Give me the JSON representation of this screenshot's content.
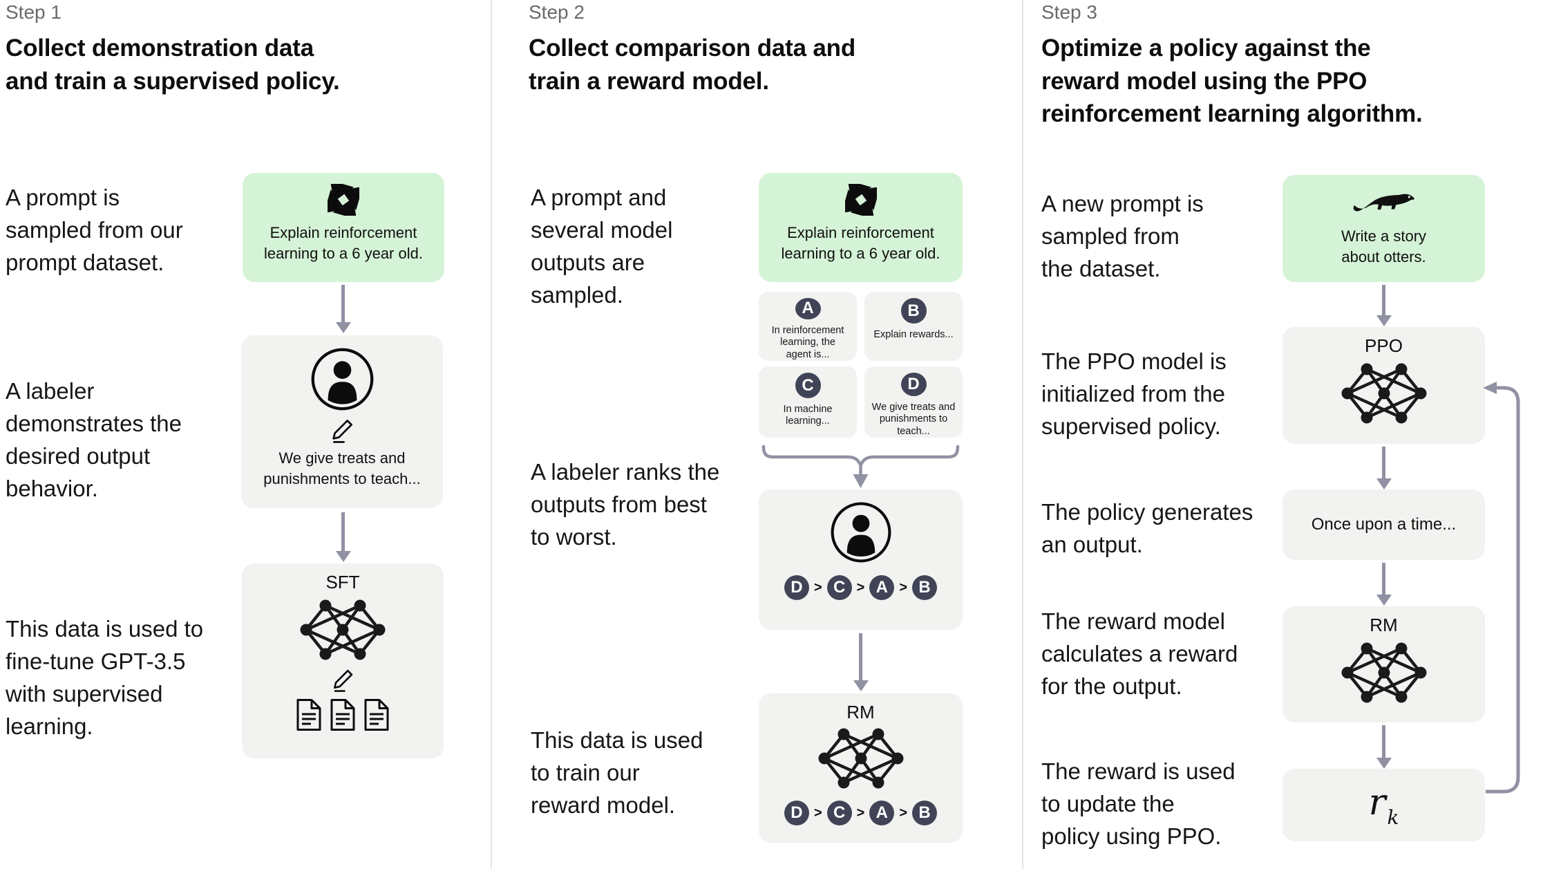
{
  "strings": {
    "gt": ">"
  },
  "colors": {
    "prompt_card_green": "#d5f3d6",
    "card_gray": "#f2f2f0",
    "badge_dark": "#404456",
    "arrow_gray": "#9091a2",
    "heading_black": "#0d0d0d",
    "step_label_gray": "#6a6a6a"
  },
  "steps": [
    {
      "label": "Step 1",
      "heading": "Collect demonstration data\nand train a supervised policy.",
      "texts": [
        "A prompt is\nsampled from our\nprompt dataset.",
        "A labeler\ndemonstrates the\ndesired output\nbehavior.",
        "This data is used to\nfine-tune GPT-3.5\nwith supervised\nlearning."
      ],
      "prompt_box": {
        "icon": "cycle-icon",
        "text": "Explain reinforcement\nlearning to a 6 year old."
      },
      "labeler_box": {
        "icon": "labeler-icon",
        "text": "We give treats and\npunishments to teach..."
      },
      "model_box": {
        "label": "SFT",
        "icons": [
          "network-icon",
          "pencil-icon",
          "document-icon"
        ]
      }
    },
    {
      "label": "Step 2",
      "heading": "Collect comparison data and\ntrain a reward model.",
      "texts": [
        "A prompt and\nseveral model\noutputs are\nsampled.",
        "A labeler ranks the\noutputs from best\nto worst.",
        "This data is used\nto train our\nreward model."
      ],
      "prompt_box": {
        "icon": "cycle-icon",
        "text": "Explain reinforcement\nlearning to a 6 year old."
      },
      "outputs": [
        {
          "id": "A",
          "text": "In reinforcement\nlearning, the\nagent is..."
        },
        {
          "id": "B",
          "text": "Explain rewards..."
        },
        {
          "id": "C",
          "text": "In machine\nlearning..."
        },
        {
          "id": "D",
          "text": "We give treats and\npunishments to\nteach..."
        }
      ],
      "ranking": [
        "D",
        "C",
        "A",
        "B"
      ],
      "model_box": {
        "label": "RM",
        "icons": [
          "network-icon"
        ]
      }
    },
    {
      "label": "Step 3",
      "heading": "Optimize a policy against the\nreward model using the PPO\nreinforcement learning algorithm.",
      "texts": [
        "A new prompt is\nsampled from\nthe dataset.",
        "The PPO model is\ninitialized from the\nsupervised policy.",
        "The policy generates\nan output.",
        "The reward model\ncalculates a reward\nfor the output.",
        "The reward is used\nto update the\npolicy using PPO."
      ],
      "prompt_box": {
        "icon": "otter-icon",
        "text": "Write a story\nabout otters."
      },
      "ppo_box": {
        "label": "PPO",
        "icons": [
          "network-icon"
        ]
      },
      "output_box": {
        "text": "Once upon a time..."
      },
      "rm_box": {
        "label": "RM",
        "icons": [
          "network-icon"
        ]
      },
      "reward_box": {
        "base": "r",
        "subscript": "k"
      }
    }
  ]
}
